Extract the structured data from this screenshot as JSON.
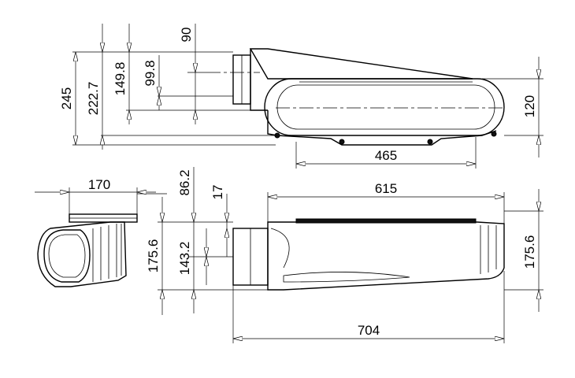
{
  "dimensions": {
    "top_view": {
      "overall_height": "245",
      "body_height": "222.7",
      "inlet_height": "149.8",
      "inlet_top": "90",
      "inlet_center": "99.8",
      "width_right": "120",
      "length_bottom": "465"
    },
    "end_view": {
      "width": "170"
    },
    "side_view": {
      "top_offset": "86.2",
      "small_offset": "17",
      "height_left": "175.6",
      "inner_height": "143.2",
      "top_length": "615",
      "height_right": "175.6",
      "overall_length": "704"
    }
  }
}
